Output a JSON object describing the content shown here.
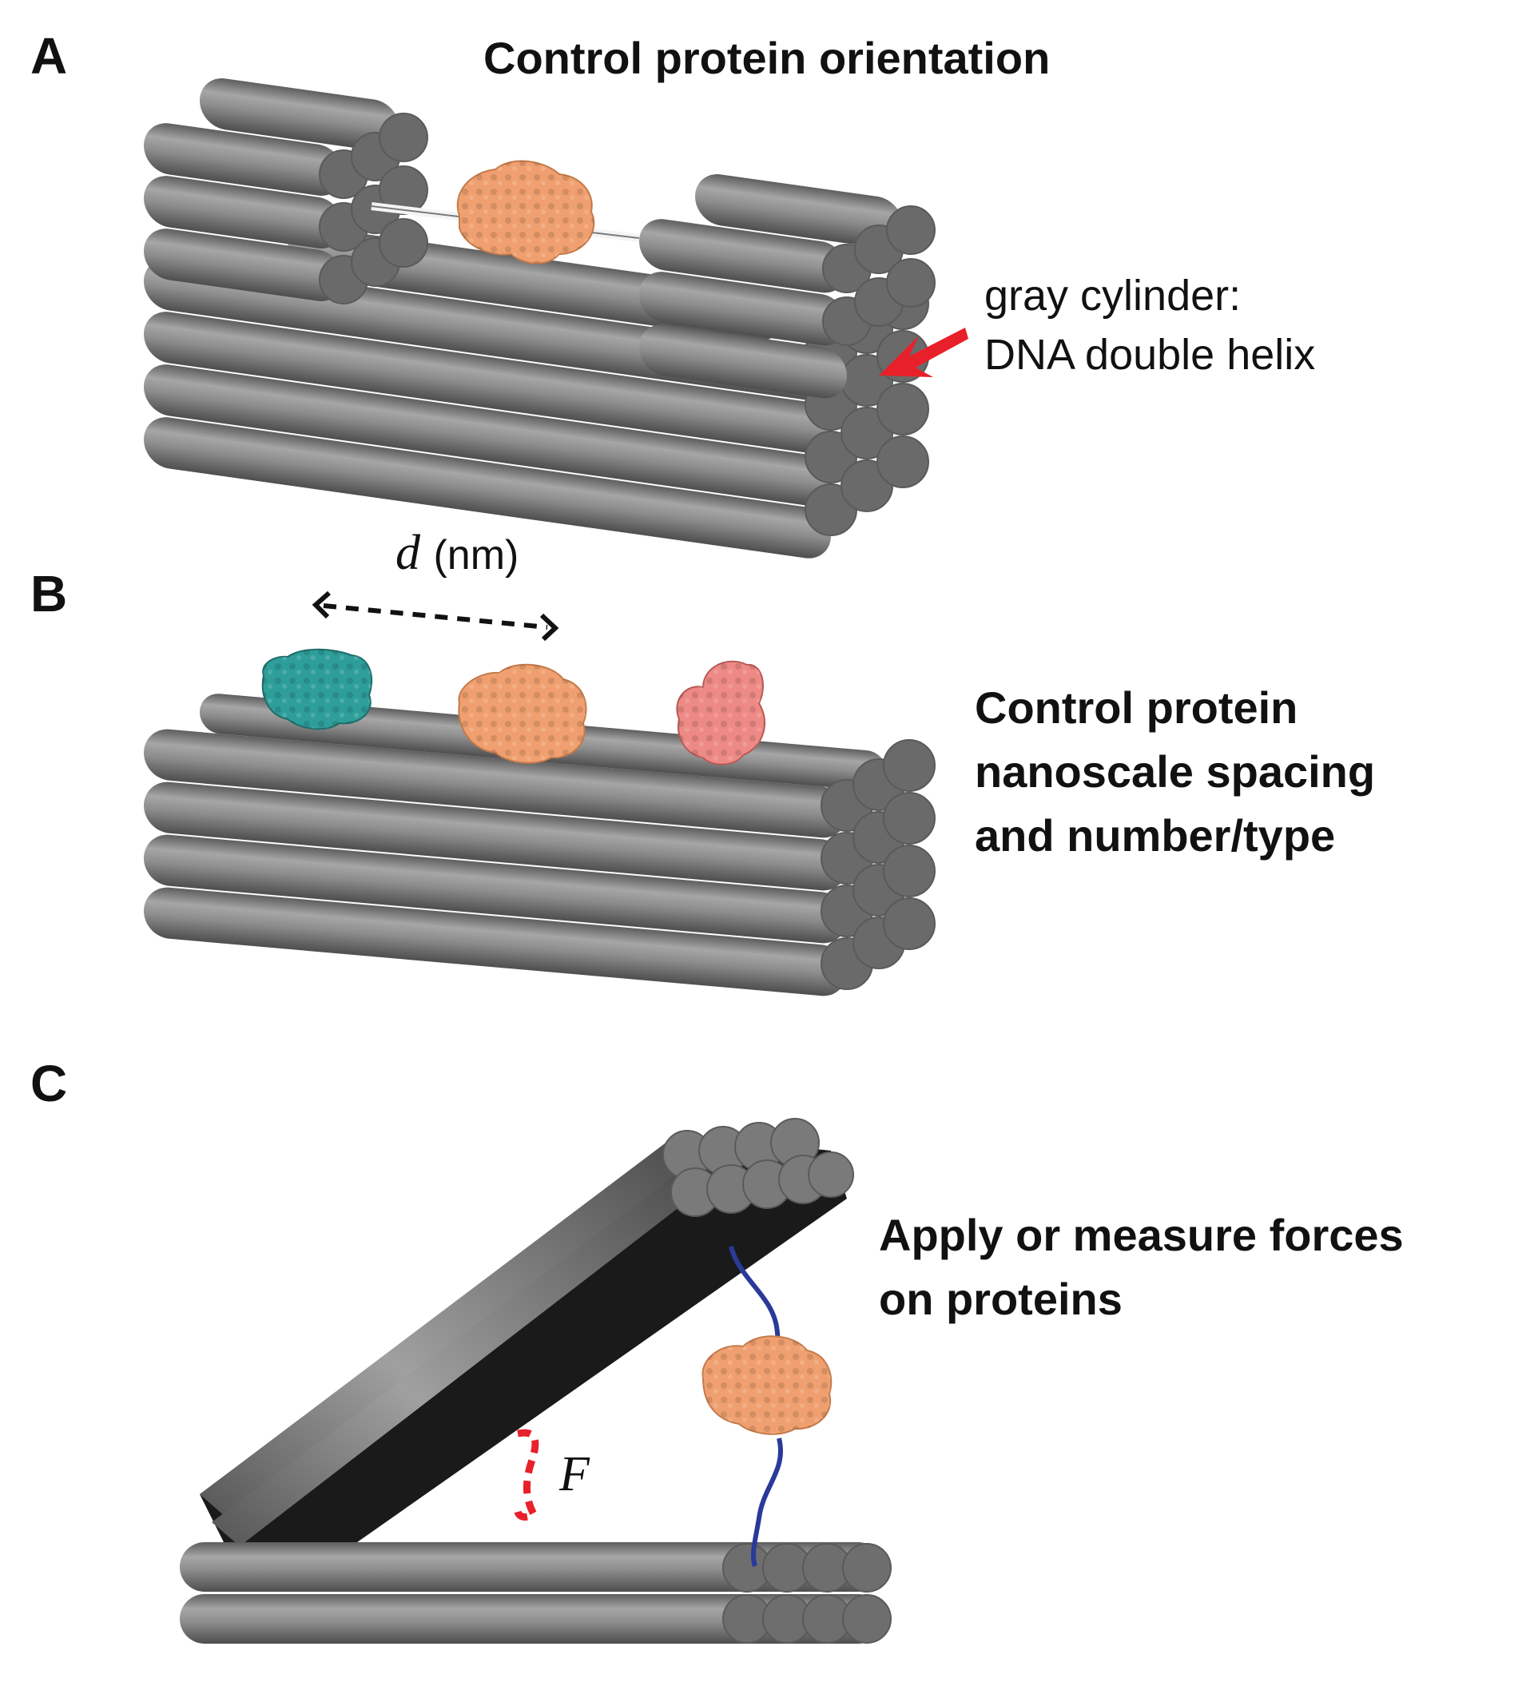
{
  "panels": {
    "a": {
      "letter": "A",
      "title": "Control protein orientation",
      "annotation_line1": "gray cylinder:",
      "annotation_line2": "DNA double helix"
    },
    "b": {
      "letter": "B",
      "distance_symbol": "d",
      "distance_unit": "(nm)",
      "caption_line1": "Control protein",
      "caption_line2": "nanoscale spacing",
      "caption_line3": "and number/type"
    },
    "c": {
      "letter": "C",
      "force_symbol": "F",
      "caption_line1": "Apply or measure forces",
      "caption_line2": "on proteins"
    }
  },
  "colors": {
    "cylinder_side": "#8c8c8c",
    "cylinder_end": "#6e6e6e",
    "protein_orange": "#f0a070",
    "protein_teal": "#2e9e9a",
    "protein_pink": "#ee8a86",
    "arrow_red": "#e8202a",
    "linker_blue": "#2a3a9a"
  }
}
